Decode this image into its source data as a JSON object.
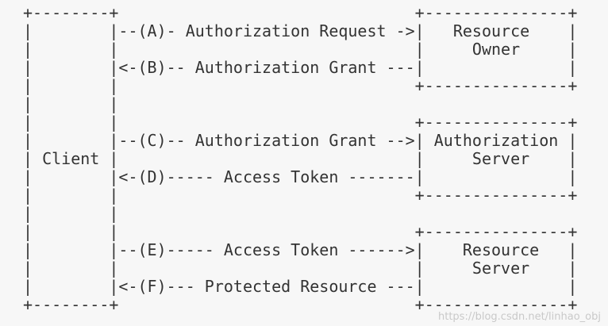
{
  "diagram": {
    "lines": [
      "+--------+                               +---------------+",
      "|        |--(A)- Authorization Request ->|   Resource    |",
      "|        |                               |     Owner     |",
      "|        |<-(B)-- Authorization Grant ---|               |",
      "|        |                               +---------------+",
      "|        |",
      "|        |                               +---------------+",
      "|        |--(C)-- Authorization Grant -->| Authorization |",
      "| Client |                               |     Server    |",
      "|        |<-(D)----- Access Token -------|               |",
      "|        |                               +---------------+",
      "|        |",
      "|        |                               +---------------+",
      "|        |--(E)----- Access Token ------>|    Resource   |",
      "|        |                               |     Server    |",
      "|        |<-(F)--- Protected Resource ---|               |",
      "+--------+                               +---------------+"
    ]
  },
  "watermark": "https://blog.csdn.net/linhao_obj"
}
